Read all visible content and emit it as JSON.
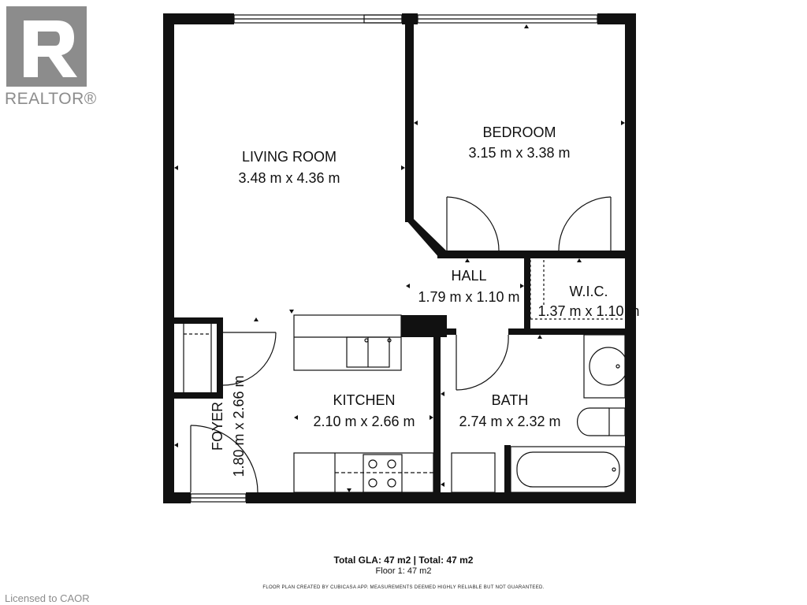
{
  "brand": {
    "name": "REALTOR®",
    "license": "Licensed to CAOR"
  },
  "rooms": {
    "living": {
      "name": "LIVING ROOM",
      "size": "3.48 m x 4.36 m"
    },
    "bedroom": {
      "name": "BEDROOM",
      "size": "3.15 m x 3.38 m"
    },
    "hall": {
      "name": "HALL",
      "size": "1.79 m x 1.10 m"
    },
    "wic": {
      "name": "W.I.C.",
      "size": "1.37 m x 1.10 m"
    },
    "kitchen": {
      "name": "KITCHEN",
      "size": "2.10 m x 2.66 m"
    },
    "bath": {
      "name": "BATH",
      "size": "2.74 m x 2.32 m"
    },
    "foyer": {
      "name": "FOYER",
      "size": "1.80 m x 2.66 m"
    }
  },
  "summary": {
    "totals": "Total GLA: 47 m2 | Total: 47 m2",
    "floor": "Floor 1: 47 m2",
    "disclaimer": "FLOOR PLAN CREATED BY CUBICASA APP. MEASUREMENTS DEEMED HIGHLY RELIABLE BUT NOT GUARANTEED."
  },
  "colors": {
    "wall": "#111111",
    "fixture": "#444444",
    "logo": "#8c8c8c"
  }
}
